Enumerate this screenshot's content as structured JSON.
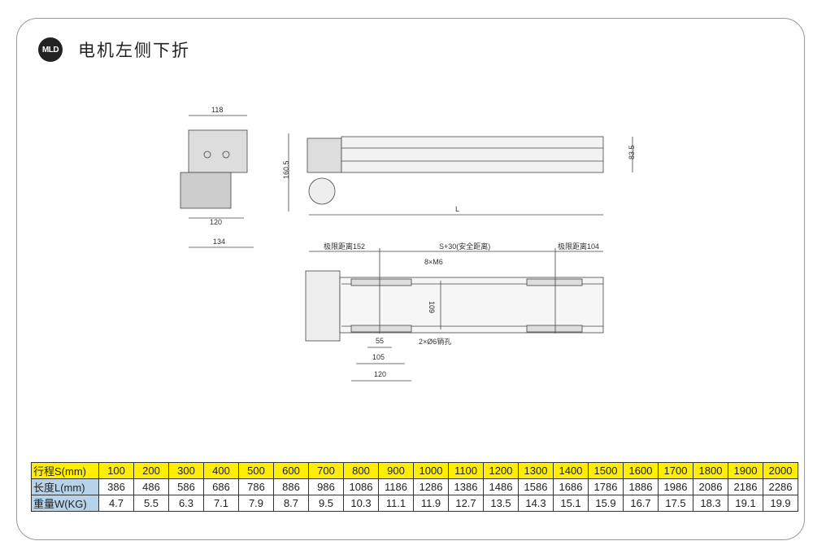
{
  "header": {
    "logo": "MLD",
    "title": "电机左侧下折"
  },
  "drawing": {
    "side_view": {
      "dim_top": "118",
      "dim_mid": "120",
      "dim_bottom": "134"
    },
    "front_view": {
      "dim_height_left": "160.5",
      "dim_height_right": "83.5",
      "dim_length": "L"
    },
    "top_view": {
      "limit_left": "极限距离152",
      "safety": "S+30(安全距离)",
      "limit_right": "极限距离104",
      "screws": "8×M6",
      "width": "109",
      "pins": "2×Ø6销孔",
      "d55": "55",
      "d105": "105",
      "d120": "120"
    }
  },
  "table": {
    "rows": [
      {
        "label": "行程S(mm)",
        "values": [
          "100",
          "200",
          "300",
          "400",
          "500",
          "600",
          "700",
          "800",
          "900",
          "1000",
          "1100",
          "1200",
          "1300",
          "1400",
          "1500",
          "1600",
          "1700",
          "1800",
          "1900",
          "2000"
        ]
      },
      {
        "label": "长度L(mm)",
        "values": [
          "386",
          "486",
          "586",
          "686",
          "786",
          "886",
          "986",
          "1086",
          "1186",
          "1286",
          "1386",
          "1486",
          "1586",
          "1686",
          "1786",
          "1886",
          "1986",
          "2086",
          "2186",
          "2286"
        ]
      },
      {
        "label": "重量W(KG)",
        "values": [
          "4.7",
          "5.5",
          "6.3",
          "7.1",
          "7.9",
          "8.7",
          "9.5",
          "10.3",
          "11.1",
          "11.9",
          "12.7",
          "13.5",
          "14.3",
          "15.1",
          "15.9",
          "16.7",
          "17.5",
          "18.3",
          "19.1",
          "19.9"
        ]
      }
    ]
  }
}
